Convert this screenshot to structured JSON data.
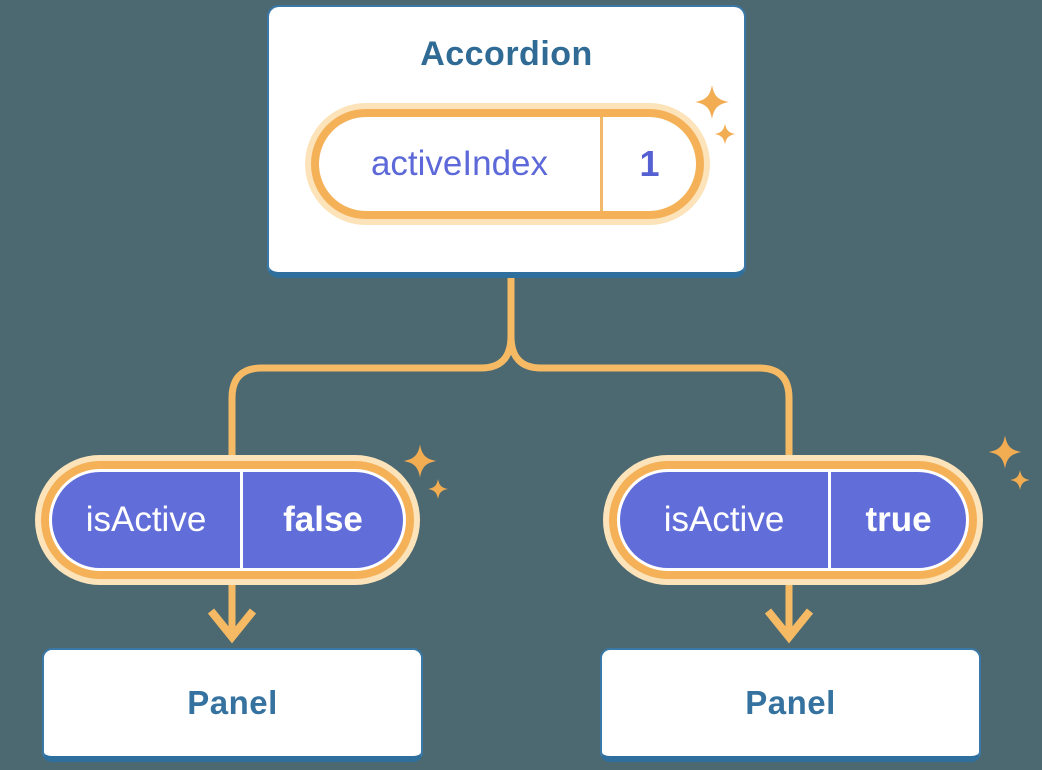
{
  "diagram": {
    "description": "Component tree diagram: Accordion holds activeIndex state and passes isActive props to two Panels"
  },
  "accordion": {
    "title": "Accordion",
    "state": {
      "label": "activeIndex",
      "value": "1"
    }
  },
  "props": {
    "left": {
      "label": "isActive",
      "value": "false"
    },
    "right": {
      "label": "isActive",
      "value": "true"
    }
  },
  "panels": {
    "left": {
      "title": "Panel"
    },
    "right": {
      "title": "Panel"
    }
  },
  "icons": {
    "sparkle": "sparkle-icon (four-point star, appears beside each highlighted state/prop pill)"
  },
  "palette": {
    "background": "#4C6971",
    "card_fill": "#FFFFFF",
    "card_border": "#3A78A7",
    "card_border_bottom": "#2F6F9E",
    "heading_text": "#2F6B94",
    "panel_text": "#35729F",
    "connector_orange": "#F7BA64",
    "pill_ring_orange": "#F5B158",
    "pill_glow_cream": "#FCE3BA",
    "sparkle_orange": "#F2AC52",
    "prop_purple": "#616ED9",
    "state_text_purple": "#5D69D8",
    "state_value_purple": "#5560D2",
    "prop_text": "#FFFFFF"
  }
}
